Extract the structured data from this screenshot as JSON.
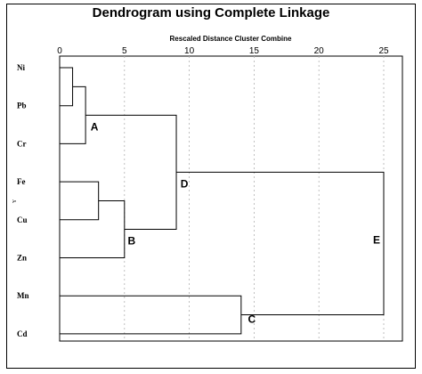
{
  "chart_data": {
    "type": "dendrogram",
    "title": "Dendrogram using Complete Linkage",
    "xlabel": "Rescaled Distance Cluster Combine",
    "ylabel": "Y",
    "xlim": [
      0,
      25
    ],
    "xticks": [
      0,
      5,
      10,
      15,
      20,
      25
    ],
    "leaves": [
      "Ni",
      "Pb",
      "Cr",
      "Fe",
      "Cu",
      "Zn",
      "Mn",
      "Cd"
    ],
    "merges": [
      {
        "children": [
          "Ni",
          "Pb"
        ],
        "distance": 1,
        "label": ""
      },
      {
        "children": [
          "Ni-Pb",
          "Cr"
        ],
        "distance": 2,
        "label": "A"
      },
      {
        "children": [
          "Fe",
          "Cu"
        ],
        "distance": 3,
        "label": ""
      },
      {
        "children": [
          "Fe-Cu",
          "Zn"
        ],
        "distance": 5,
        "label": "B"
      },
      {
        "children": [
          "A",
          "B"
        ],
        "distance": 9,
        "label": "D"
      },
      {
        "children": [
          "Mn",
          "Cd"
        ],
        "distance": 14,
        "label": "C"
      },
      {
        "children": [
          "D",
          "C"
        ],
        "distance": 25,
        "label": "E"
      }
    ]
  }
}
